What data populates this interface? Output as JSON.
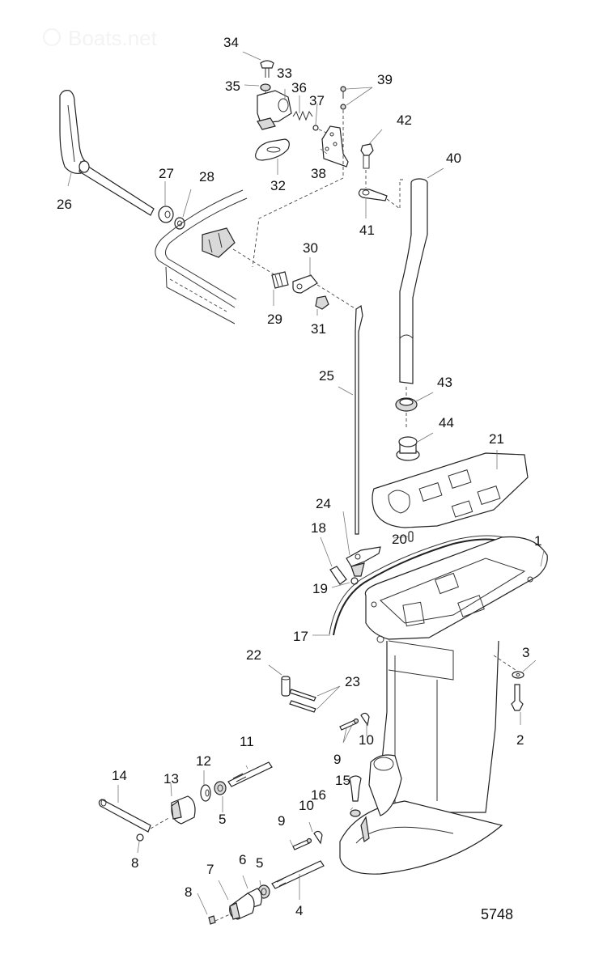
{
  "diagram": {
    "title": "Exploded parts diagram - outboard drive shaft housing, shift linkage and water tube",
    "figure_number": "5748",
    "watermark": "Boats.net",
    "callouts": [
      {
        "id": "c1",
        "label": "1"
      },
      {
        "id": "c2",
        "label": "2"
      },
      {
        "id": "c3",
        "label": "3"
      },
      {
        "id": "c4",
        "label": "4"
      },
      {
        "id": "c5a",
        "label": "5"
      },
      {
        "id": "c5b",
        "label": "5"
      },
      {
        "id": "c6",
        "label": "6"
      },
      {
        "id": "c7",
        "label": "7"
      },
      {
        "id": "c8a",
        "label": "8"
      },
      {
        "id": "c8b",
        "label": "8"
      },
      {
        "id": "c9a",
        "label": "9"
      },
      {
        "id": "c9b",
        "label": "9"
      },
      {
        "id": "c10a",
        "label": "10"
      },
      {
        "id": "c10b",
        "label": "10"
      },
      {
        "id": "c11",
        "label": "11"
      },
      {
        "id": "c12",
        "label": "12"
      },
      {
        "id": "c13",
        "label": "13"
      },
      {
        "id": "c14",
        "label": "14"
      },
      {
        "id": "c15",
        "label": "15"
      },
      {
        "id": "c16",
        "label": "16"
      },
      {
        "id": "c17",
        "label": "17"
      },
      {
        "id": "c18",
        "label": "18"
      },
      {
        "id": "c19",
        "label": "19"
      },
      {
        "id": "c20",
        "label": "20"
      },
      {
        "id": "c21",
        "label": "21"
      },
      {
        "id": "c22",
        "label": "22"
      },
      {
        "id": "c23",
        "label": "23"
      },
      {
        "id": "c24",
        "label": "24"
      },
      {
        "id": "c25",
        "label": "25"
      },
      {
        "id": "c26",
        "label": "26"
      },
      {
        "id": "c27",
        "label": "27"
      },
      {
        "id": "c28",
        "label": "28"
      },
      {
        "id": "c29",
        "label": "29"
      },
      {
        "id": "c30",
        "label": "30"
      },
      {
        "id": "c31",
        "label": "31"
      },
      {
        "id": "c32",
        "label": "32"
      },
      {
        "id": "c33",
        "label": "33"
      },
      {
        "id": "c34",
        "label": "34"
      },
      {
        "id": "c35",
        "label": "35"
      },
      {
        "id": "c36",
        "label": "36"
      },
      {
        "id": "c37",
        "label": "37"
      },
      {
        "id": "c38",
        "label": "38"
      },
      {
        "id": "c39",
        "label": "39"
      },
      {
        "id": "c40",
        "label": "40"
      },
      {
        "id": "c41",
        "label": "41"
      },
      {
        "id": "c42",
        "label": "42"
      },
      {
        "id": "c43",
        "label": "43"
      },
      {
        "id": "c44",
        "label": "44"
      }
    ]
  }
}
